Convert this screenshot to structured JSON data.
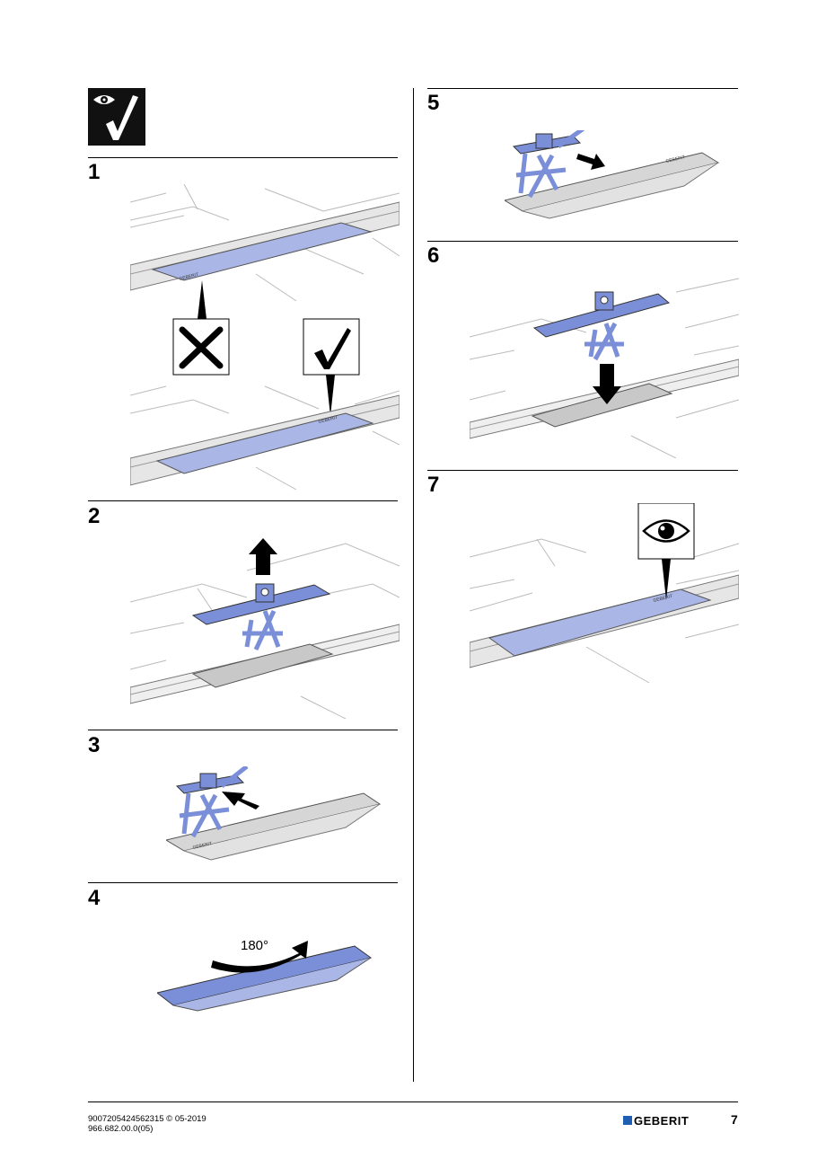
{
  "steps": [
    {
      "number": "1"
    },
    {
      "number": "2"
    },
    {
      "number": "3"
    },
    {
      "number": "4",
      "rotation_label": "180°"
    },
    {
      "number": "5"
    },
    {
      "number": "6"
    },
    {
      "number": "7"
    }
  ],
  "cover_brand": "GEBERIT",
  "footer": {
    "code_line1": "9007205424562315 © 05-2019",
    "code_line2": "966.682.00.0(05)",
    "brand": "GEBERIT",
    "page_number": "7"
  },
  "colors": {
    "cover_blue": "#a9b6e6",
    "tool_blue": "#7b8fd8",
    "grey_cover": "#cfcfcf",
    "brand_blue": "#1e5fb4"
  }
}
